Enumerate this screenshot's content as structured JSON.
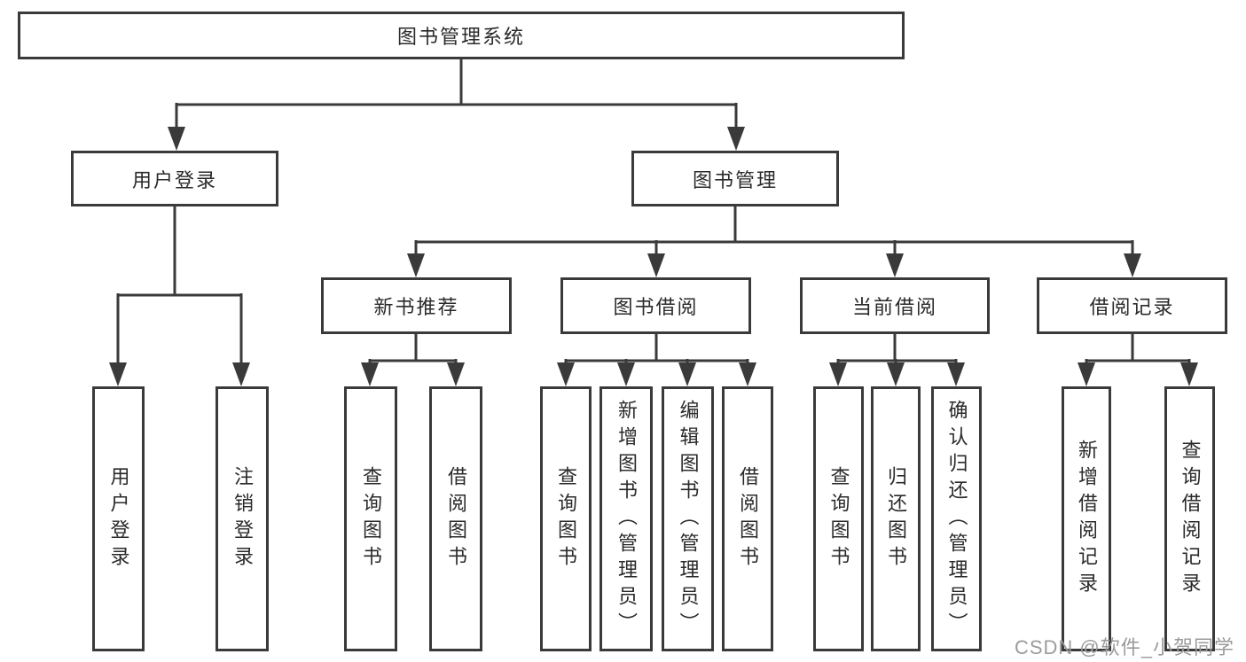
{
  "diagram": {
    "root": {
      "label": "图书管理系统"
    },
    "branches": [
      {
        "label": "用户登录",
        "children": [
          {
            "label": "用户登录"
          },
          {
            "label": "注销登录"
          }
        ]
      },
      {
        "label": "图书管理",
        "sections": [
          {
            "label": "新书推荐",
            "children": [
              {
                "label": "查询图书"
              },
              {
                "label": "借阅图书"
              }
            ]
          },
          {
            "label": "图书借阅",
            "children": [
              {
                "label": "查询图书"
              },
              {
                "label": "新增图书（管理员）"
              },
              {
                "label": "编辑图书（管理员）"
              },
              {
                "label": "借阅图书"
              }
            ]
          },
          {
            "label": "当前借阅",
            "children": [
              {
                "label": "查询图书"
              },
              {
                "label": "归还图书"
              },
              {
                "label": "确认归还（管理员）"
              }
            ]
          },
          {
            "label": "借阅记录",
            "children": [
              {
                "label": "新增借阅记录"
              },
              {
                "label": "查询借阅记录"
              }
            ]
          }
        ]
      }
    ]
  },
  "watermark": {
    "text": "CSDN @软件_小贺同学"
  },
  "colors": {
    "line": "#3a3a3a",
    "text": "#2a2a2a",
    "background": "#ffffff",
    "watermark": "#9b9b9b"
  }
}
